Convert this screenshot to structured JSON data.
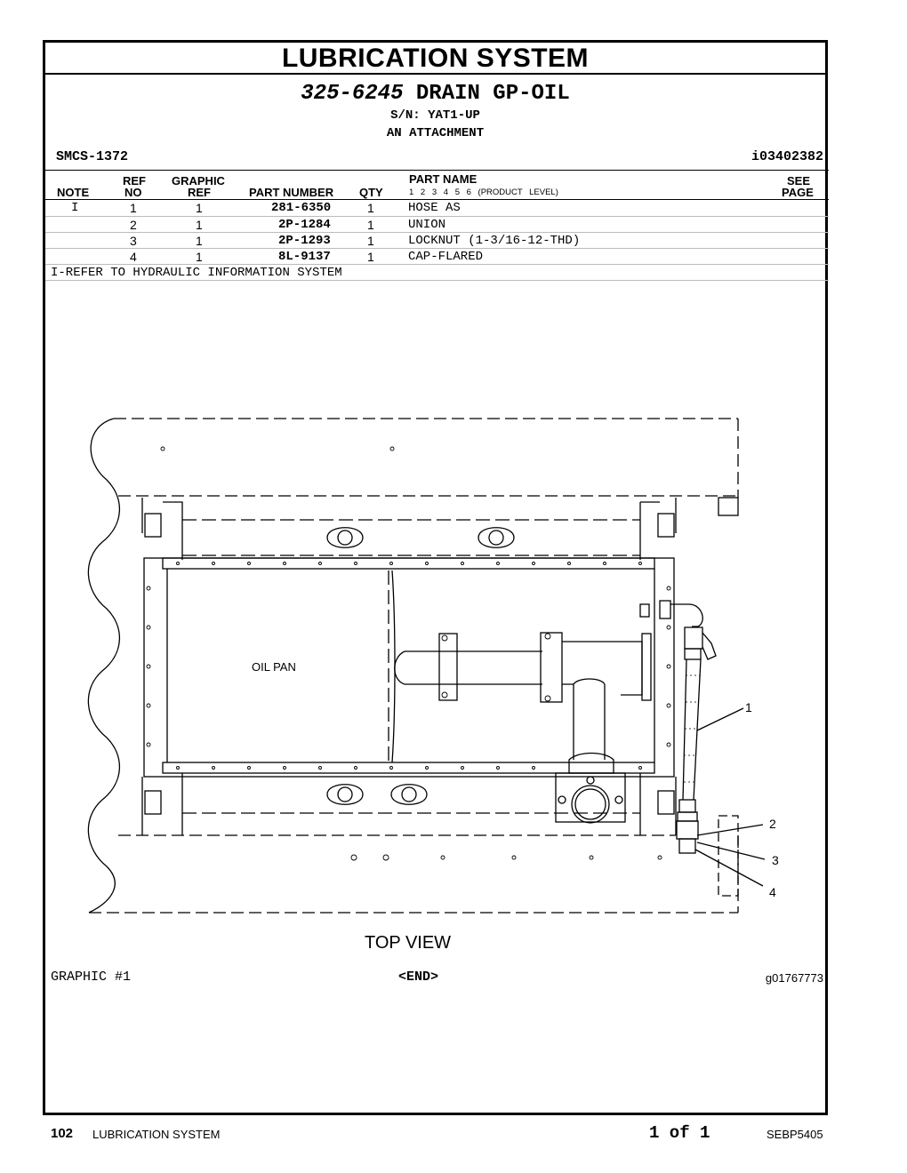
{
  "header": {
    "section_title": "LUBRICATION SYSTEM",
    "part_number": "325-6245",
    "group_name": "DRAIN GP-OIL",
    "serial": "S/N: YAT1-UP",
    "attachment": "AN ATTACHMENT",
    "smcs": "SMCS-1372",
    "info_id": "i03402382"
  },
  "table": {
    "columns": {
      "note": "NOTE",
      "ref_top": "REF",
      "ref_bottom": "NO",
      "graphic_top": "GRAPHIC",
      "graphic_bottom": "REF",
      "part_number": "PART NUMBER",
      "qty": "QTY",
      "part_name": "PART NAME",
      "product_level": "1 2 3 4 5 6 (PRODUCT LEVEL)",
      "see_top": "SEE",
      "see_bottom": "PAGE"
    },
    "rows": [
      {
        "note": "I",
        "ref_no": "1",
        "graphic_ref": "1",
        "part_number": "281-6350",
        "qty": "1",
        "part_name": "HOSE AS"
      },
      {
        "note": "",
        "ref_no": "2",
        "graphic_ref": "1",
        "part_number": "2P-1284",
        "qty": "1",
        "part_name": "UNION"
      },
      {
        "note": "",
        "ref_no": "3",
        "graphic_ref": "1",
        "part_number": "2P-1293",
        "qty": "1",
        "part_name": "LOCKNUT (1-3/16-12-THD)"
      },
      {
        "note": "",
        "ref_no": "4",
        "graphic_ref": "1",
        "part_number": "8L-9137",
        "qty": "1",
        "part_name": "CAP-FLARED"
      }
    ],
    "footnote": "I-REFER TO HYDRAULIC INFORMATION SYSTEM"
  },
  "figure": {
    "oil_pan_label": "OIL PAN",
    "view_label": "TOP VIEW",
    "callouts": [
      "1",
      "2",
      "3",
      "4"
    ]
  },
  "footer": {
    "graphic_label": "GRAPHIC #1",
    "end_label": "<END>",
    "graphic_id": "g01767773"
  },
  "page_footer": {
    "page_number": "102",
    "section": "LUBRICATION SYSTEM",
    "page_of": "1 of 1",
    "doc_id": "SEBP5405"
  }
}
